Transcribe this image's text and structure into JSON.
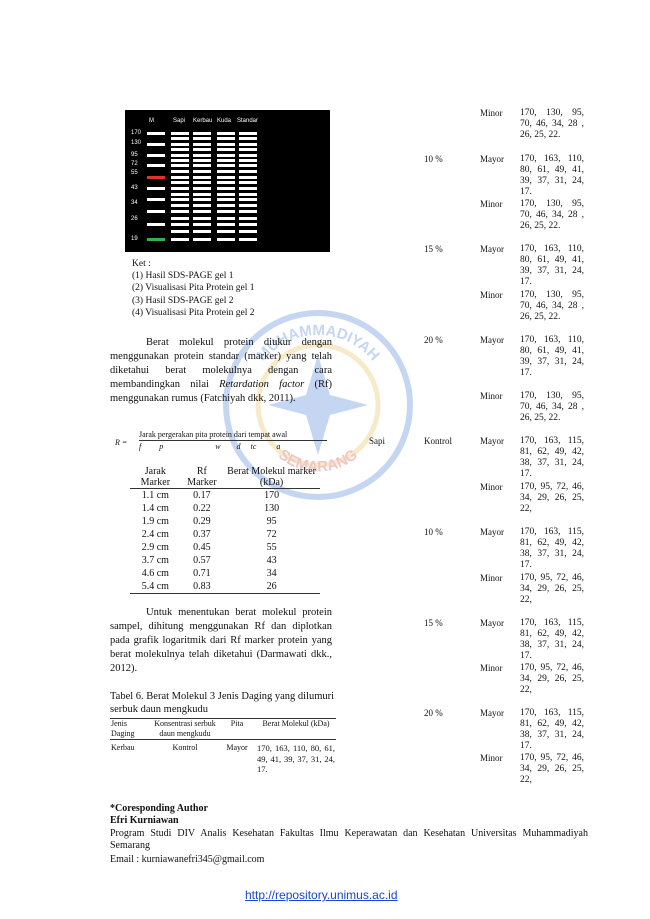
{
  "gel": {
    "lane_labels": [
      "M",
      "Sapi",
      "Kerbau",
      "Kuda",
      "Standar"
    ],
    "mw_labels": [
      "170",
      "130",
      "95",
      "72",
      "55",
      "43",
      "34",
      "26",
      "19"
    ]
  },
  "caption": {
    "title": "Ket :",
    "items": [
      "(1) Hasil SDS-PAGE gel 1",
      "(2) Visualisasi Pita Protein gel 1",
      "(3) Hasil SDS-PAGE gel 2",
      "(4) Visualisasi Pita Protein gel 2"
    ]
  },
  "para1": {
    "line1": "Berat molekul protein diukur dengan menggunakan protein standar (marker) yang telah diketahui berat molekulnya dengan cara membandingkan nilai",
    "rf_italic": "Retardation factor",
    "line2": "(Rf) menggunakan rumus (Fatchiyah dkk, 2011)."
  },
  "formula": {
    "lhs": "R  =",
    "numerator": "Jarak pergerakan pita protein dari tempat awal",
    "denominator": "f         p                          w        d     tc          a"
  },
  "marker_table": {
    "headers": [
      "Jarak Marker",
      "Rf Marker",
      "Berat Molekul marker (kDa)"
    ],
    "rows": [
      [
        "1.1 cm",
        "0.17",
        "170"
      ],
      [
        "1.4 cm",
        "0.22",
        "130"
      ],
      [
        "1.9 cm",
        "0.29",
        "95"
      ],
      [
        "2.4 cm",
        "0.37",
        "72"
      ],
      [
        "2.9 cm",
        "0.45",
        "55"
      ],
      [
        "3.7 cm",
        "0.57",
        "43"
      ],
      [
        "4.6 cm",
        "0.71",
        "34"
      ],
      [
        "5.4 cm",
        "0.83",
        "26"
      ]
    ]
  },
  "para2": "Untuk menentukan berat molekul protein sampel, dihitung menggunakan Rf dan diplotkan pada grafik logaritmik dari Rf marker protein yang berat molekulnya telah diketahui (Darmawati dkk., 2012).",
  "table6": {
    "title": "Tabel 6. Berat Molekul 3 Jenis Daging yang dilumuri serbuk daun mengkudu",
    "headers": [
      "Jenis Daging",
      "Konsentrasi serbuk daun mengkudu",
      "Pita",
      "Berat Molekul (kDa)"
    ],
    "row": [
      "Kerbau",
      "Kontrol",
      "Mayor",
      "170, 163, 110, 80, 61, 49, 41, 39, 37, 31, 24, 17."
    ]
  },
  "right_col": {
    "rows": [
      {
        "meat": "",
        "conc": "",
        "band": "Minor",
        "mw": "170, 130, 95, 70, 46, 34, 28 , 26, 25, 22."
      },
      {
        "meat": "",
        "conc": "10 %",
        "band": "Mayor",
        "mw": "170, 163, 110, 80, 61, 49, 41, 39, 37, 31, 24, 17."
      },
      {
        "meat": "",
        "conc": "",
        "band": "Minor",
        "mw": "170, 130, 95, 70, 46, 34, 28 , 26, 25, 22."
      },
      {
        "meat": "",
        "conc": "15 %",
        "band": "Mayor",
        "mw": "170, 163, 110, 80, 61, 49, 41, 39, 37, 31, 24, 17."
      },
      {
        "meat": "",
        "conc": "",
        "band": "Minor",
        "mw": "170, 130, 95, 70, 46, 34, 28 , 26, 25, 22."
      },
      {
        "meat": "",
        "conc": "20 %",
        "band": "Mayor",
        "mw": "170, 163, 110, 80, 61, 49, 41, 39, 37, 31, 24, 17."
      },
      {
        "meat": "",
        "conc": "",
        "band": "Minor",
        "mw": "170, 130, 95, 70, 46, 34, 28 , 26, 25, 22."
      },
      {
        "meat": "Sapi",
        "conc": "Kontrol",
        "band": "Mayor",
        "mw": "170, 163, 115, 81, 62, 49, 42, 38, 37, 31, 24, 17."
      },
      {
        "meat": "",
        "conc": "",
        "band": "Minor",
        "mw": "170, 95, 72, 46, 34, 29, 26, 25, 22,"
      },
      {
        "meat": "",
        "conc": "10 %",
        "band": "Mayor",
        "mw": "170, 163, 115, 81, 62, 49, 42, 38, 37, 31, 24, 17."
      },
      {
        "meat": "",
        "conc": "",
        "band": "Minor",
        "mw": "170, 95, 72, 46, 34, 29, 26, 25, 22,"
      },
      {
        "meat": "",
        "conc": "15 %",
        "band": "Mayor",
        "mw": "170, 163, 115, 81, 62, 49, 42, 38, 37, 31, 24, 17."
      },
      {
        "meat": "",
        "conc": "",
        "band": "Minor",
        "mw": "170, 95, 72, 46, 34, 29, 26, 25, 22,"
      },
      {
        "meat": "",
        "conc": "20 %",
        "band": "Mayor",
        "mw": "170, 163, 115, 81, 62, 49, 42, 38, 37, 31, 24, 17."
      },
      {
        "meat": "",
        "conc": "",
        "band": "Minor",
        "mw": "170, 95, 72, 46, 34, 29, 26, 25, 22,"
      }
    ]
  },
  "author": {
    "heading": "*Coresponding Author",
    "name": "Efri Kurniawan",
    "affiliation": "Program Studi DIV Analis Kesehatan Fakultas Ilmu Keperawatan dan Kesehatan Universitas Muhammadiyah Semarang",
    "email": "Email : kurniawanefri345@gmail.com"
  },
  "watermark": {
    "text_top": "MUHAMMADIYAH",
    "text_bottom": "SEMARANG"
  },
  "footer": {
    "link": "http://repository.unimus.ac.id"
  }
}
